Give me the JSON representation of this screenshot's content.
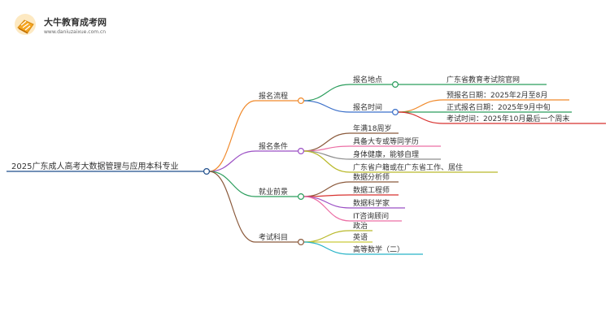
{
  "header": {
    "brand": "大牛教育成考网",
    "url": "www.daniuzaixue.com.cn"
  },
  "root": {
    "label": "2025广东成人高考大数据管理与应用本科专业",
    "color": "#1f4e8c"
  },
  "branches": [
    {
      "label": "报名流程",
      "color": "#f0892a",
      "children": [
        {
          "label": "报名地点",
          "color": "#2a9d5c",
          "children": [
            {
              "label": "广东省教育考试院官网",
              "color": "#2a9d5c"
            }
          ]
        },
        {
          "label": "报名时间",
          "color": "#3a6fc9",
          "children": [
            {
              "label": "预报名日期：2025年2月至8月",
              "color": "#f0892a"
            },
            {
              "label": "正式报名日期：2025年9月中旬",
              "color": "#2a9d5c"
            },
            {
              "label": "考试时间：2025年10月最后一个周末",
              "color": "#d8322f"
            }
          ]
        }
      ]
    },
    {
      "label": "报名条件",
      "color": "#9b4fc4",
      "children": [
        {
          "label": "年满18周岁",
          "color": "#8b5a3c"
        },
        {
          "label": "具备大专或等同学历",
          "color": "#ec6fa5"
        },
        {
          "label": "身体健康，能够自理",
          "color": "#8d8d8d"
        },
        {
          "label": "广东省户籍或在广东省工作、居住",
          "color": "#b9b92a"
        }
      ]
    },
    {
      "label": "就业前景",
      "color": "#2a9d5c",
      "children": [
        {
          "label": "数据分析师",
          "color": "#8b5a3c"
        },
        {
          "label": "数据工程师",
          "color": "#d8322f"
        },
        {
          "label": "数据科学家",
          "color": "#9b4fc4"
        },
        {
          "label": "IT咨询顾问",
          "color": "#ec6fa5"
        }
      ]
    },
    {
      "label": "考试科目",
      "color": "#8b5a3c",
      "children": [
        {
          "label": "政治",
          "color": "#b9b92a"
        },
        {
          "label": "英语",
          "color": "#c9c93a"
        },
        {
          "label": "高等数学（二）",
          "color": "#27b3c7"
        }
      ]
    }
  ]
}
